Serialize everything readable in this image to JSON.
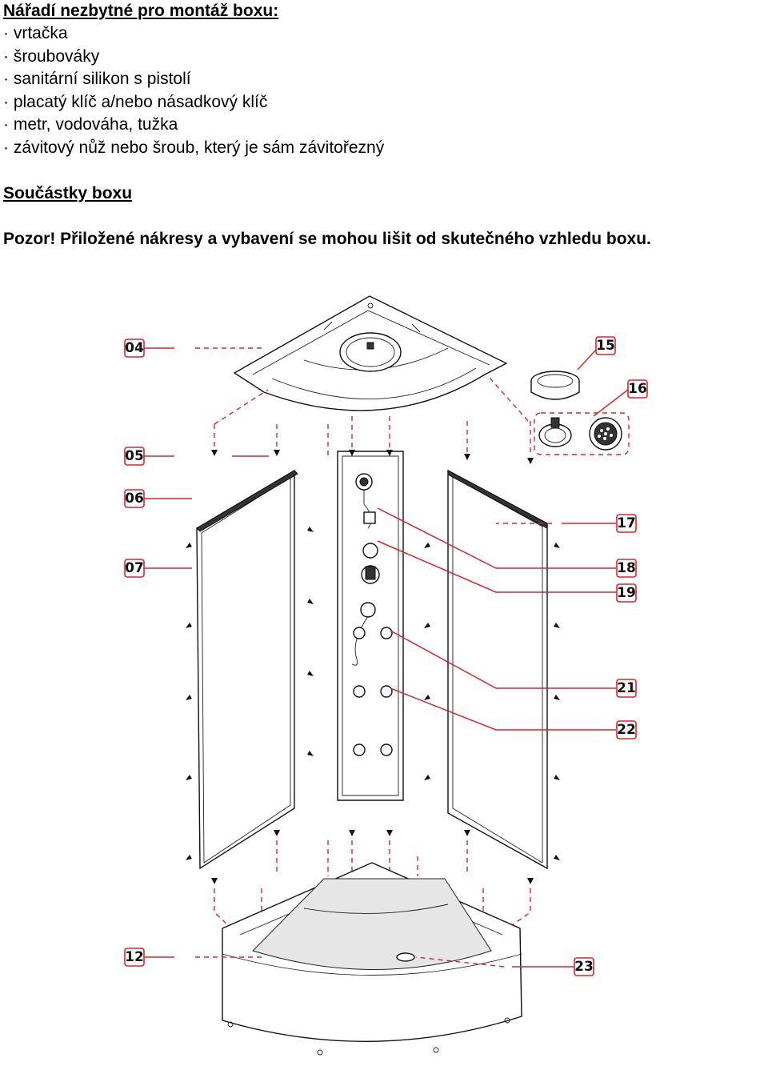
{
  "tools": {
    "heading": "Nářadí nezbytné pro montáž boxu:",
    "items": [
      "· vrtačka",
      "· šroubováky",
      "· sanitární silikon s pistolí",
      "· placatý klíč a/nebo násadkový klíč",
      "· metr, vodováha, tužka",
      "· závitový nůž nebo šroub, který je sám závitořezný"
    ]
  },
  "parts": {
    "heading": "Součástky boxu",
    "warning": "Pozor! Přiložené nákresy a vybavení se mohou lišit od skutečného vzhledu boxu."
  },
  "diagram": {
    "labels": {
      "l04": "04",
      "l05": "05",
      "l06": "06",
      "l07": "07",
      "l12": "12",
      "l15": "15",
      "l16": "16",
      "l17": "17",
      "l18": "18",
      "l19": "19",
      "l21": "21",
      "l22": "22",
      "l23": "23"
    },
    "accent_color": "#d6262a"
  }
}
